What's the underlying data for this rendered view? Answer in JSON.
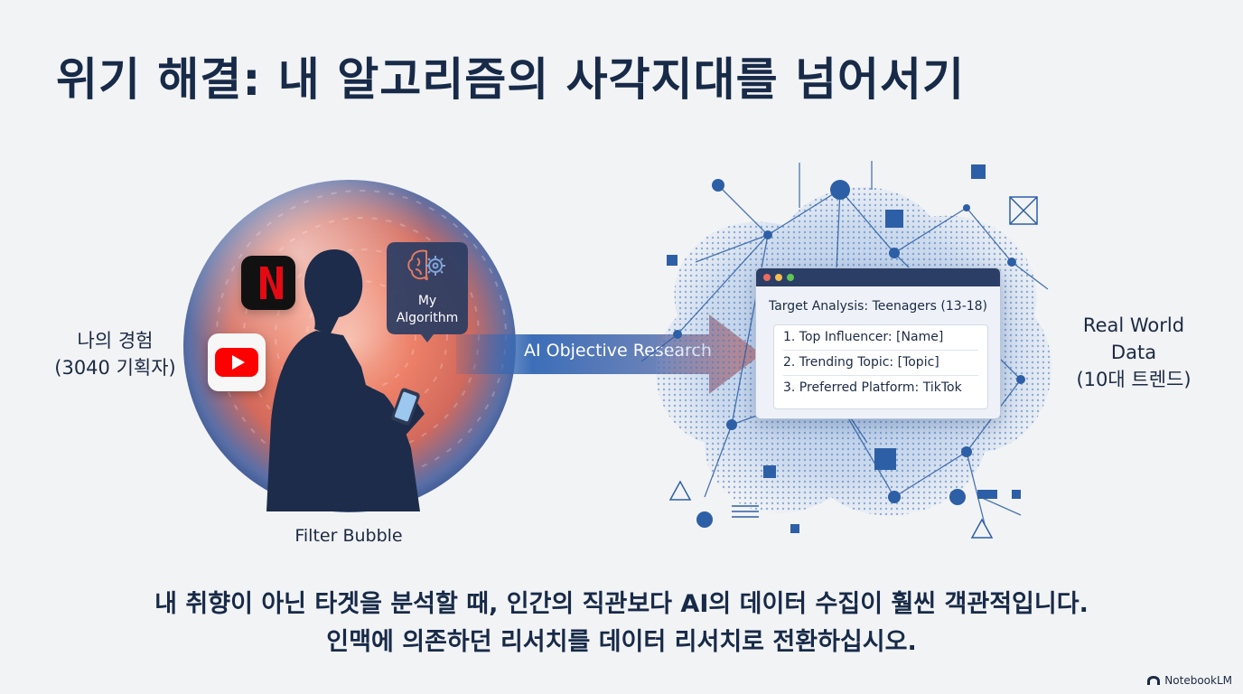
{
  "title": "위기 해결: 내 알고리즘의 사각지대를 넘어서기",
  "left": {
    "label_line1": "나의 경험",
    "label_line2": "(3040 기획자)",
    "caption": "Filter Bubble",
    "algorithm_line1": "My",
    "algorithm_line2": "Algorithm",
    "app_icons": [
      "netflix-icon",
      "youtube-icon",
      "brain-gear-icon"
    ]
  },
  "arrow": {
    "label": "AI Objective Research"
  },
  "window": {
    "title": "Target Analysis: Teenagers (13-18)",
    "items": [
      "1. Top Influencer: [Name]",
      "2. Trending Topic: [Topic]",
      "3. Preferred Platform: TikTok"
    ]
  },
  "right": {
    "label_line1": "Real World",
    "label_line2": "Data",
    "label_line3": "(10대 트렌드)"
  },
  "bottom": {
    "line1": "내 취향이 아닌 타겟을 분석할 때, 인간의 직관보다 AI의 데이터 수집이 훨씬 객관적입니다.",
    "line2": "인맥에 의존하던 리서치를 데이터 리서치로 전환하십시오."
  },
  "brand": "NotebookLM",
  "colors": {
    "bubble_warm": "#e8735a",
    "bubble_cool": "#3c5d9c",
    "arrow_start": "#2f5fa8",
    "arrow_end": "#f07a5e",
    "network_blue": "#3f78c2",
    "window_bar": "#2b3f66"
  }
}
